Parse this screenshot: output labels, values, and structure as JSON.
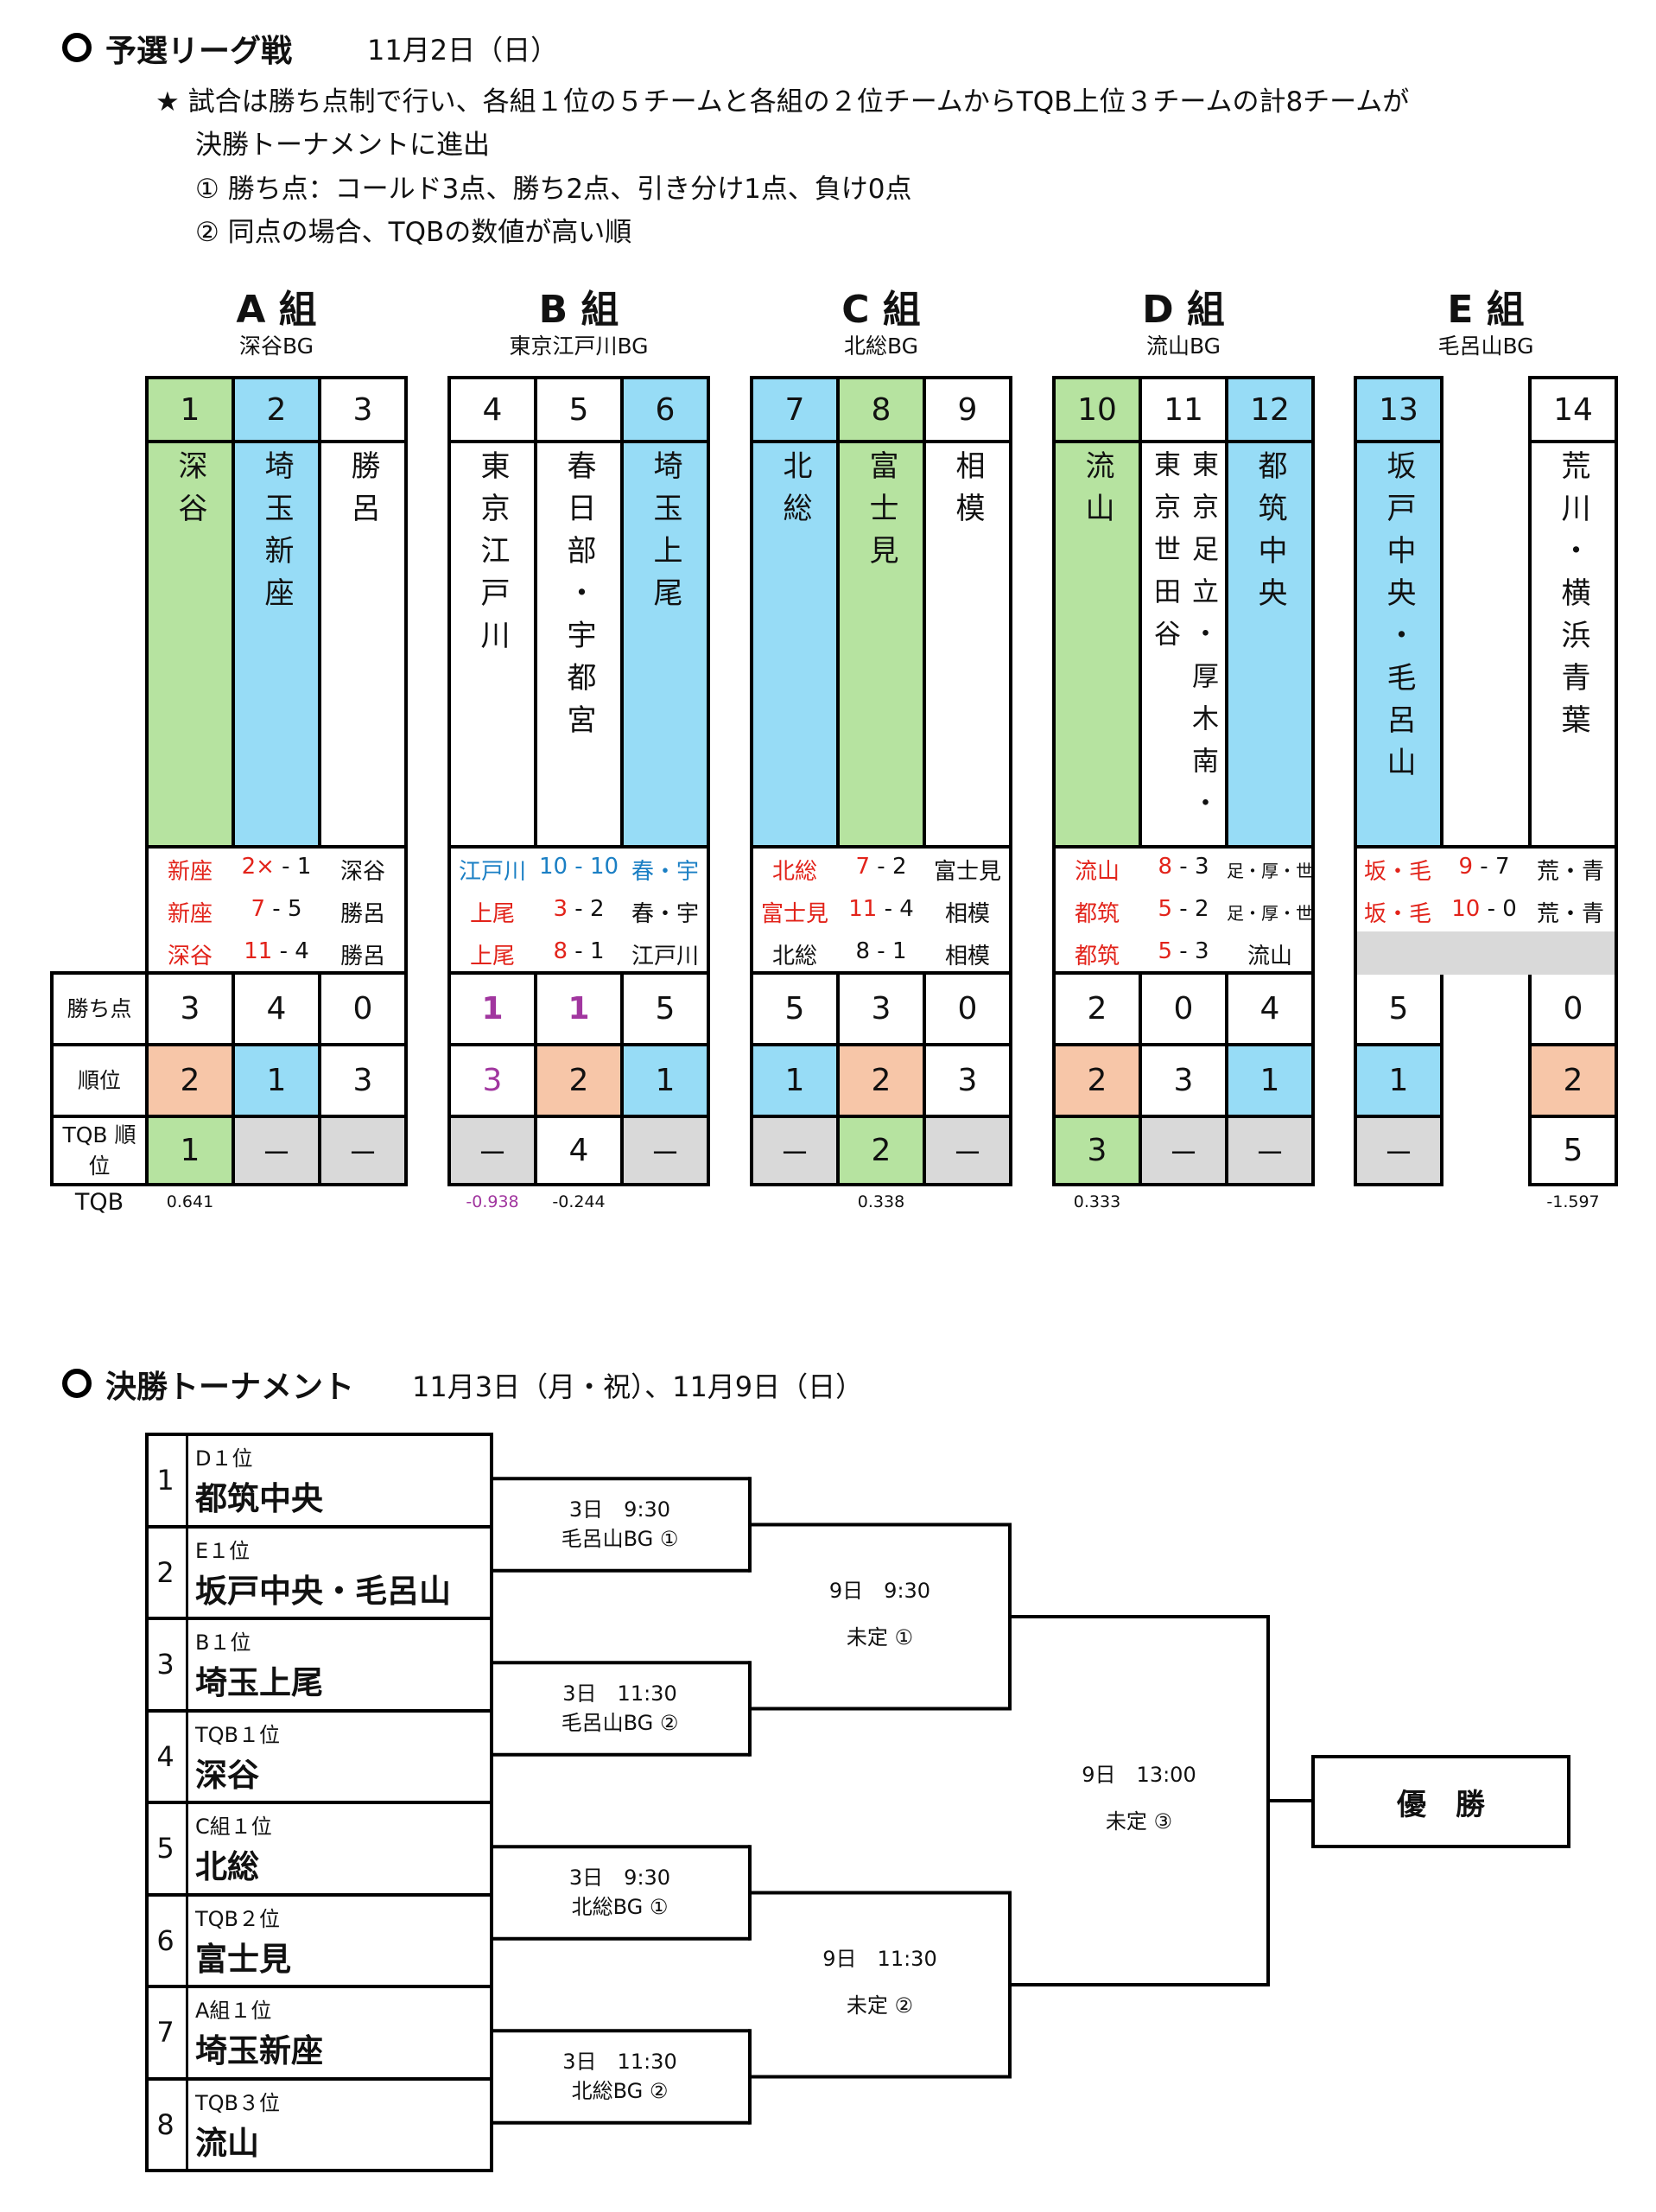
{
  "league": {
    "title": "予選リーグ戦",
    "date": "11月2日（日）",
    "notes": [
      "★ 試合は勝ち点制で行い、各組１位の５チームと各組の２位チームからTQB上位３チームの計8チームが",
      "決勝トーナメントに進出",
      "① 勝ち点：コールド3点、勝ち2点、引き分け1点、負け0点",
      "② 同点の場合、TQBの数値が高い順"
    ],
    "row_labels": {
      "points": "勝ち点",
      "rank": "順位",
      "tqb_rank": "TQB 順位",
      "tqb": "TQB"
    },
    "groups": [
      {
        "label": "A 組",
        "venue": "深谷BG",
        "teams": [
          {
            "no": "1",
            "cols": [
              "深谷"
            ],
            "color": "green",
            "points": "3",
            "rank": "2",
            "rank_color": "peach",
            "tqb_rank": "1",
            "tqb_rank_color": "green",
            "tqb": "0.641"
          },
          {
            "no": "2",
            "cols": [
              "埼玉新座"
            ],
            "color": "blue",
            "points": "4",
            "rank": "1",
            "rank_color": "blue",
            "tqb_rank": "－",
            "tqb_rank_color": "gray",
            "tqb": ""
          },
          {
            "no": "3",
            "cols": [
              "勝呂"
            ],
            "color": "white",
            "points": "0",
            "rank": "3",
            "rank_color": "white",
            "tqb_rank": "－",
            "tqb_rank_color": "gray",
            "tqb": ""
          }
        ],
        "matches": [
          {
            "winner": "新座",
            "ws": "2×",
            "ls": "1",
            "loser": "深谷",
            "style": "win"
          },
          {
            "winner": "新座",
            "ws": "7",
            "ls": "5",
            "loser": "勝呂",
            "style": "win"
          },
          {
            "winner": "深谷",
            "ws": "11",
            "ls": "4",
            "loser": "勝呂",
            "style": "win"
          }
        ]
      },
      {
        "label": "B 組",
        "venue": "東京江戸川BG",
        "teams": [
          {
            "no": "4",
            "cols": [
              "東京江戸川"
            ],
            "color": "white",
            "points": "1",
            "points_style": "purple",
            "rank": "3",
            "rank_style": "purple",
            "rank_color": "white",
            "tqb_rank": "－",
            "tqb_rank_color": "gray",
            "tqb": "-0.938",
            "tqb_style": "purple"
          },
          {
            "no": "5",
            "cols": [
              "春日部・宇都宮"
            ],
            "color": "white",
            "points": "1",
            "points_style": "purple",
            "rank": "2",
            "rank_color": "peach",
            "tqb_rank": "4",
            "tqb_rank_color": "white",
            "tqb": "-0.244"
          },
          {
            "no": "6",
            "cols": [
              "埼玉上尾"
            ],
            "color": "blue",
            "points": "5",
            "rank": "1",
            "rank_color": "blue",
            "tqb_rank": "－",
            "tqb_rank_color": "gray",
            "tqb": ""
          }
        ],
        "matches": [
          {
            "winner": "江戸川",
            "ws": "10",
            "ls": "10",
            "loser": "春・宇",
            "style": "draw"
          },
          {
            "winner": "上尾",
            "ws": "3",
            "ls": "2",
            "loser": "春・宇",
            "style": "win"
          },
          {
            "winner": "上尾",
            "ws": "8",
            "ls": "1",
            "loser": "江戸川",
            "style": "win"
          }
        ]
      },
      {
        "label": "C 組",
        "venue": "北総BG",
        "teams": [
          {
            "no": "7",
            "cols": [
              "北総"
            ],
            "color": "blue",
            "points": "5",
            "rank": "1",
            "rank_color": "blue",
            "tqb_rank": "－",
            "tqb_rank_color": "gray",
            "tqb": ""
          },
          {
            "no": "8",
            "cols": [
              "富士見"
            ],
            "color": "green",
            "points": "3",
            "rank": "2",
            "rank_color": "peach",
            "tqb_rank": "2",
            "tqb_rank_color": "green",
            "tqb": "0.338"
          },
          {
            "no": "9",
            "cols": [
              "相模"
            ],
            "color": "white",
            "points": "0",
            "rank": "3",
            "rank_color": "white",
            "tqb_rank": "－",
            "tqb_rank_color": "gray",
            "tqb": ""
          }
        ],
        "matches": [
          {
            "winner": "北総",
            "ws": "7",
            "ls": "2",
            "loser": "富士見",
            "style": "win"
          },
          {
            "winner": "富士見",
            "ws": "11",
            "ls": "4",
            "loser": "相模",
            "style": "win"
          },
          {
            "winner": "北総",
            "ws": "8",
            "ls": "1",
            "loser": "相模",
            "style": "plain"
          }
        ]
      },
      {
        "label": "D 組",
        "venue": "流山BG",
        "teams": [
          {
            "no": "10",
            "cols": [
              "流山"
            ],
            "color": "green",
            "points": "2",
            "rank": "2",
            "rank_color": "peach",
            "tqb_rank": "3",
            "tqb_rank_color": "green",
            "tqb": "0.333"
          },
          {
            "no": "11",
            "cols": [
              "東京世田谷",
              "東京足立・厚木南・"
            ],
            "color": "white",
            "points": "0",
            "rank": "3",
            "rank_color": "white",
            "tqb_rank": "－",
            "tqb_rank_color": "gray",
            "tqb": ""
          },
          {
            "no": "12",
            "cols": [
              "都筑中央"
            ],
            "color": "blue",
            "points": "4",
            "rank": "1",
            "rank_color": "blue",
            "tqb_rank": "－",
            "tqb_rank_color": "gray",
            "tqb": ""
          }
        ],
        "matches": [
          {
            "winner": "流山",
            "ws": "8",
            "ls": "3",
            "loser": "足・厚・世",
            "style": "win"
          },
          {
            "winner": "都筑",
            "ws": "5",
            "ls": "2",
            "loser": "足・厚・世",
            "style": "win"
          },
          {
            "winner": "都筑",
            "ws": "5",
            "ls": "3",
            "loser": "流山",
            "style": "win"
          }
        ]
      },
      {
        "label": "E 組",
        "venue": "毛呂山BG",
        "teams": [
          {
            "no": "13",
            "cols": [
              "坂戸中央・毛呂山"
            ],
            "color": "blue",
            "points": "5",
            "rank": "1",
            "rank_color": "blue",
            "tqb_rank": "－",
            "tqb_rank_color": "gray",
            "tqb": ""
          },
          {
            "no": "14",
            "cols": [
              "荒川・横浜青葉"
            ],
            "color": "white",
            "points": "0",
            "rank": "2",
            "rank_color": "peach",
            "tqb_rank": "5",
            "tqb_rank_color": "white",
            "tqb": "-1.597"
          }
        ],
        "matches": [
          {
            "winner": "坂・毛",
            "ws": "9",
            "ls": "7",
            "loser": "荒・青",
            "style": "win"
          },
          {
            "winner": "坂・毛",
            "ws": "10",
            "ls": "0",
            "loser": "荒・青",
            "style": "win"
          }
        ]
      }
    ]
  },
  "tournament": {
    "title": "決勝トーナメント",
    "date": "11月3日（月・祝）、11月9日（日）",
    "seeds": [
      {
        "no": "1",
        "seed": "D１位",
        "team": "都筑中央"
      },
      {
        "no": "2",
        "seed": "E１位",
        "team": "坂戸中央・毛呂山"
      },
      {
        "no": "3",
        "seed": "B１位",
        "team": "埼玉上尾"
      },
      {
        "no": "4",
        "seed": "TQB１位",
        "team": "深谷"
      },
      {
        "no": "5",
        "seed": "C組１位",
        "team": "北総"
      },
      {
        "no": "6",
        "seed": "TQB２位",
        "team": "富士見"
      },
      {
        "no": "7",
        "seed": "A組１位",
        "team": "埼玉新座"
      },
      {
        "no": "8",
        "seed": "TQB３位",
        "team": "流山"
      }
    ],
    "round1": [
      {
        "time": "3日　9:30",
        "venue": "毛呂山BG ①"
      },
      {
        "time": "3日　11:30",
        "venue": "毛呂山BG ②"
      },
      {
        "time": "3日　9:30",
        "venue": "北総BG ①"
      },
      {
        "time": "3日　11:30",
        "venue": "北総BG ②"
      }
    ],
    "semis": [
      {
        "time": "9日　9:30",
        "venue": "未定 ①"
      },
      {
        "time": "9日　11:30",
        "venue": "未定 ②"
      }
    ],
    "final": {
      "time": "9日　13:00",
      "venue": "未定 ③"
    },
    "champion": "優　勝"
  },
  "colors": {
    "green": "#b6e3a0",
    "blue": "#97dcf6",
    "peach": "#f7c6a8",
    "gray": "#d9d9d9",
    "white": "#ffffff",
    "red": "#e2231a",
    "draw_blue": "#1a7fc4",
    "purple": "#a1369f"
  }
}
